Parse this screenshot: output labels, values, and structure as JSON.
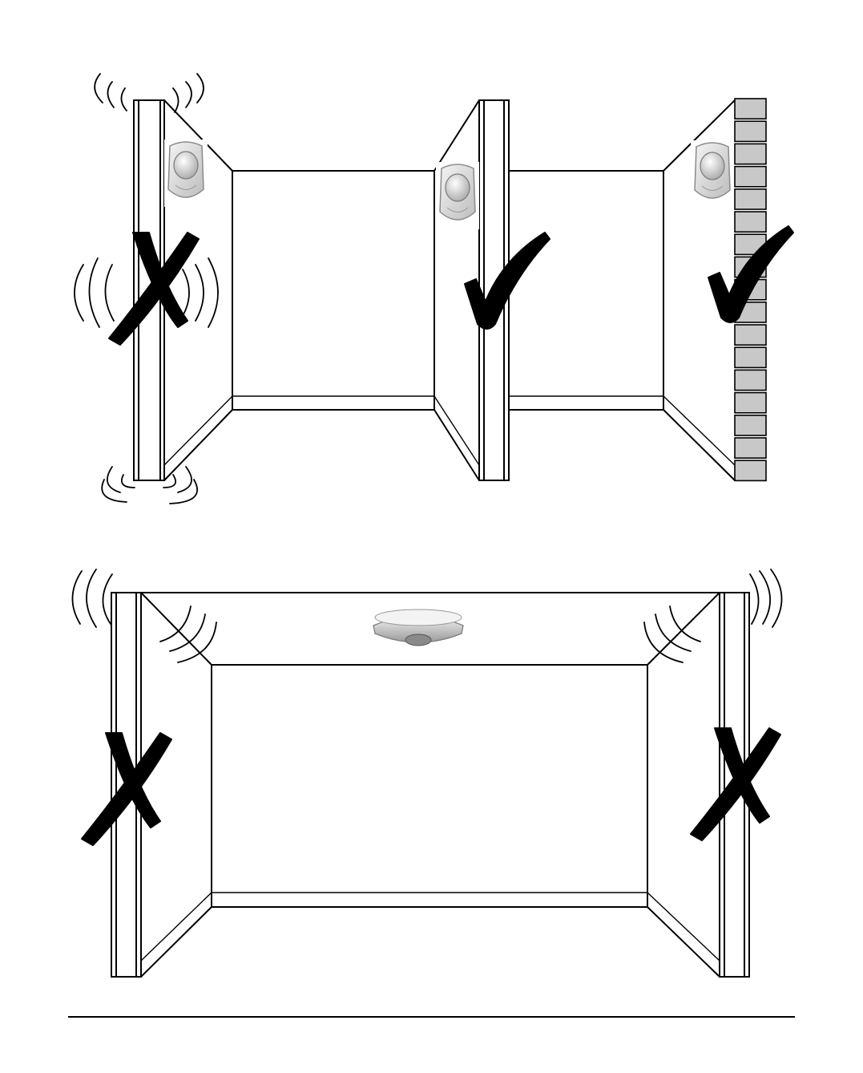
{
  "colors": {
    "line": "#000000",
    "background": "#ffffff",
    "brick": "#c8c8c8",
    "sensor_body": "#e6e6e6",
    "sensor_lens": "#d0d0d0"
  },
  "panels": [
    {
      "id": "wall-mount-placement",
      "scenes": [
        {
          "wall": "hollow-partition",
          "vibrating": true,
          "sensor": "wall-mount-pir-sensor",
          "verdict": "incorrect",
          "mark_icon": "cross-icon"
        },
        {
          "wall": "solid-partition",
          "vibrating": false,
          "sensor": "wall-mount-pir-sensor",
          "verdict": "correct",
          "mark_icon": "check-icon"
        },
        {
          "wall": "brick-wall",
          "vibrating": false,
          "sensor": "wall-mount-pir-sensor",
          "verdict": "correct",
          "mark_icon": "check-icon"
        }
      ]
    },
    {
      "id": "ceiling-mount-placement",
      "scenes": [
        {
          "wall": "vibrating-side-walls",
          "vibrating": true,
          "sensor": "ceiling-mount-pir-sensor",
          "verdicts": [
            "incorrect",
            "incorrect"
          ],
          "mark_icon": "cross-icon"
        }
      ]
    }
  ]
}
